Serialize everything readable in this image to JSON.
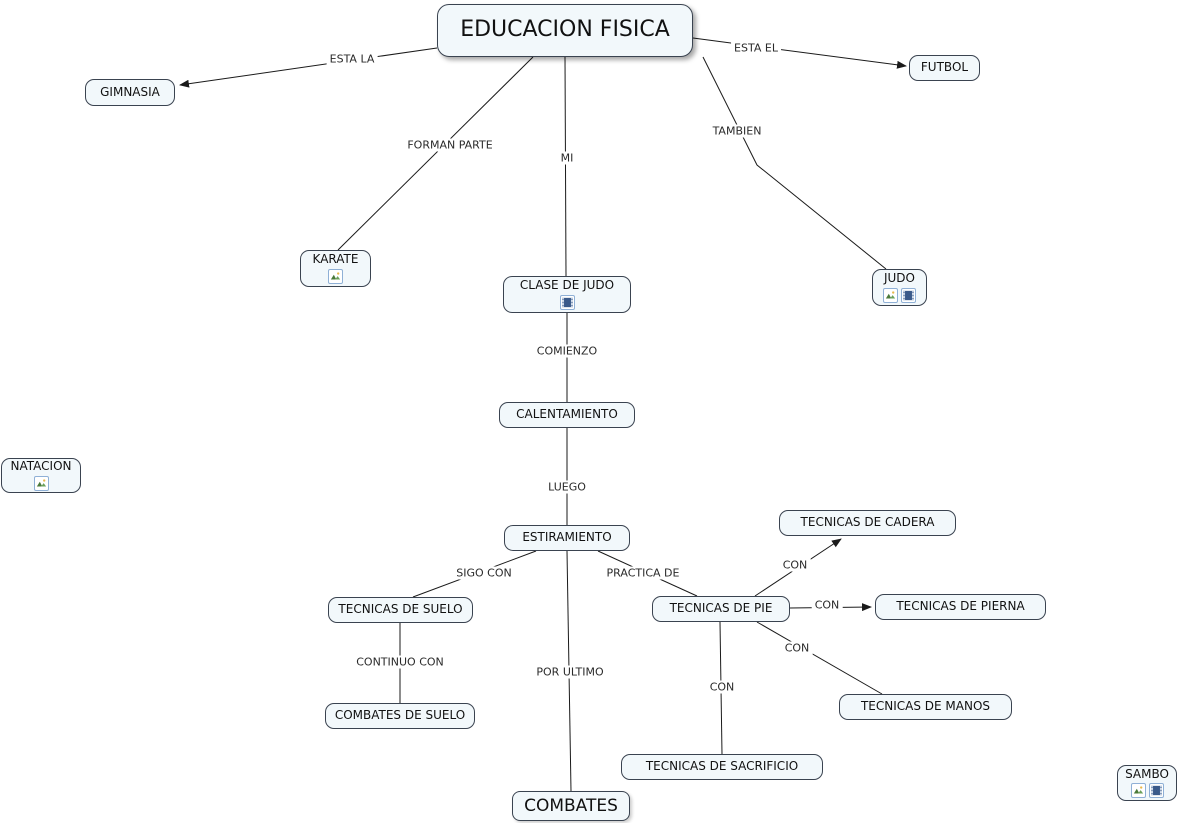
{
  "map": {
    "title": "EDUCACION FISICA",
    "nodes": {
      "educacion_fisica": {
        "label": "EDUCACION FISICA"
      },
      "gimnasia": {
        "label": "GIMNASIA"
      },
      "futbol": {
        "label": "FUTBOL"
      },
      "karate": {
        "label": "KARATE",
        "resource_icons": [
          "image-icon"
        ]
      },
      "clase_de_judo": {
        "label": "CLASE DE JUDO",
        "resource_icons": [
          "video-icon"
        ]
      },
      "judo": {
        "label": "JUDO",
        "resource_icons": [
          "image-icon",
          "video-icon"
        ]
      },
      "calentamiento": {
        "label": "CALENTAMIENTO"
      },
      "natacion": {
        "label": "NATACION",
        "resource_icons": [
          "image-icon"
        ]
      },
      "estiramiento": {
        "label": "ESTIRAMIENTO"
      },
      "tecnicas_de_cadera": {
        "label": "TECNICAS DE CADERA"
      },
      "tecnicas_de_suelo": {
        "label": "TECNICAS DE SUELO"
      },
      "tecnicas_de_pie": {
        "label": "TECNICAS DE PIE"
      },
      "tecnicas_de_pierna": {
        "label": "TECNICAS DE PIERNA"
      },
      "tecnicas_de_manos": {
        "label": "TECNICAS DE MANOS"
      },
      "combates_de_suelo": {
        "label": "COMBATES DE SUELO"
      },
      "tecnicas_de_sacrificio": {
        "label": "TECNICAS DE SACRIFICIO"
      },
      "combates": {
        "label": "COMBATES"
      },
      "sambo": {
        "label": "SAMBO",
        "resource_icons": [
          "image-icon",
          "video-icon"
        ]
      }
    },
    "links": {
      "esta_la": "ESTA LA",
      "esta_el": "ESTA EL",
      "forman_parte": "FORMAN PARTE",
      "mi": "MI",
      "tambien": "TAMBIEN",
      "comienzo": "COMIENZO",
      "luego": "LUEGO",
      "sigo_con": "SIGO CON",
      "practica_de": "PRACTICA DE",
      "por_ultimo": "POR ULTIMO",
      "continuo_con": "CONTINUO CON",
      "con": "CON"
    },
    "colors": {
      "node_background": "#f2f8fb",
      "node_border": "#3a4350",
      "line": "#1a1a1a",
      "canvas": "#ffffff"
    }
  }
}
